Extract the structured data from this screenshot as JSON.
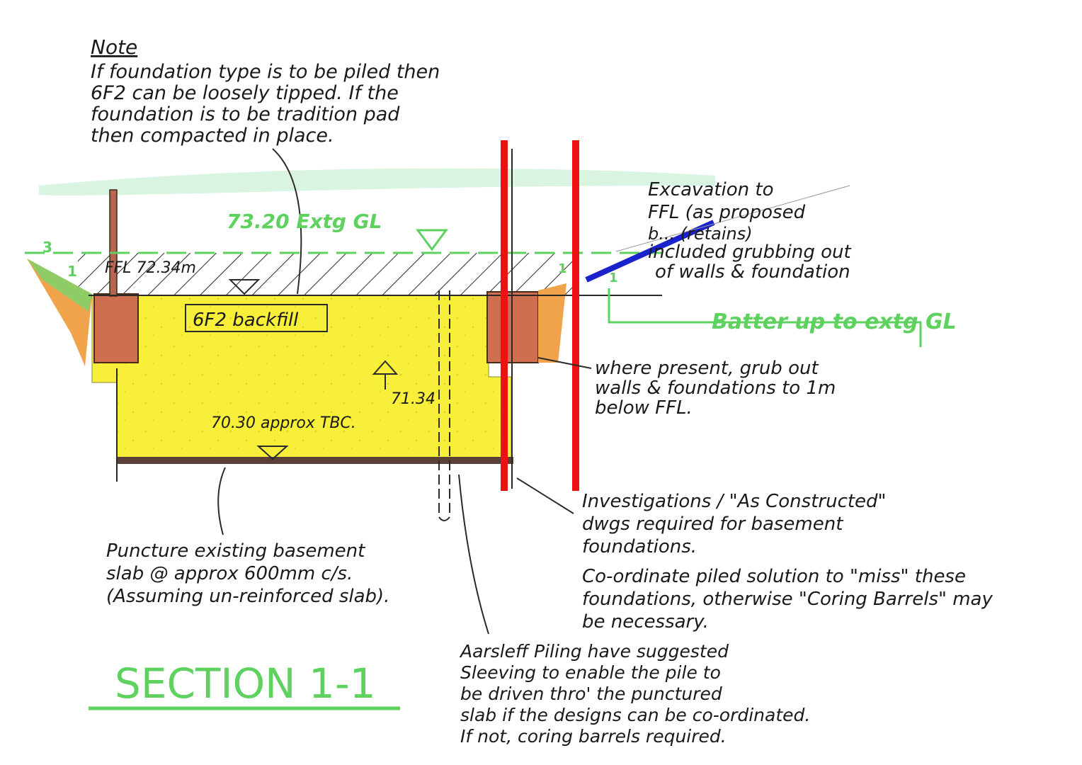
{
  "colors": {
    "ink": "#1a1a1a",
    "green": "#5fd15f",
    "yellow": "#f7ef3a",
    "brick": "#cf6f50",
    "red": "#ee1111",
    "blue": "#1a22cc",
    "slab": "#5a4038"
  },
  "note": {
    "title": "Note",
    "lines": [
      "If foundation type is to be piled then",
      "6F2 can be loosely tipped. If the",
      "foundation is to be tradition pad",
      "then compacted in place."
    ]
  },
  "levels": {
    "existing_gl": "73.20 Extg GL",
    "ffl": "FFL 72.34m",
    "sleeve_level": "71.34",
    "slab_level": "70.30 approx TBC."
  },
  "fill_label": "6F2 backfill",
  "annotations": {
    "excavation": [
      "Excavation to",
      "FFL (as proposed",
      "b... (retains)",
      "included grubbing out",
      "of walls & foundation"
    ],
    "batter": "Batter up to extg GL",
    "grub": [
      "where present, grub out",
      "walls & foundations to 1m",
      "below FFL."
    ],
    "investigations": [
      "Investigations / \"As Constructed\"",
      "dwgs required for basement",
      "foundations.",
      "Co-ordinate piled solution to \"miss\" these",
      "foundations, otherwise \"Coring Barrels\" may",
      "be necessary."
    ],
    "puncture": [
      "Puncture existing basement",
      "slab @ approx 600mm c/s.",
      "(Assuming un-reinforced slab)."
    ],
    "aarsleff": [
      "Aarsleff Piling have suggested",
      "Sleeving to enable the pile to",
      "be driven thro' the punctured",
      "slab if the designs can be co-ordinated.",
      "If not, coring barrels required."
    ]
  },
  "section_title": "SECTION 1-1",
  "slope_ratios": [
    "3",
    "1",
    "1",
    "1"
  ]
}
